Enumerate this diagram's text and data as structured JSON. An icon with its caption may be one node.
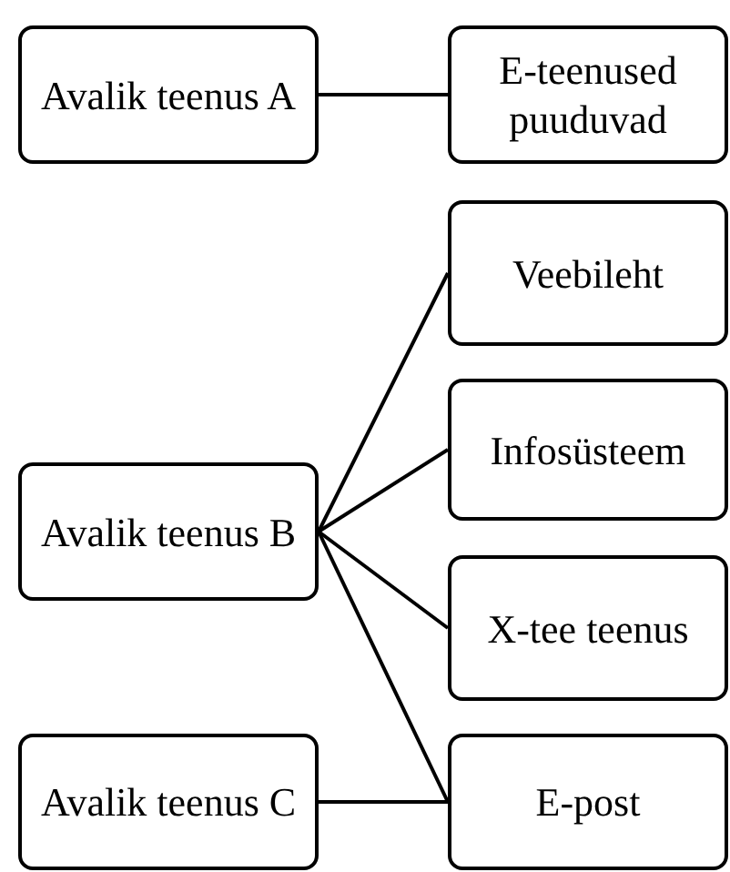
{
  "diagram": {
    "nodes": [
      {
        "text": [
          "Avalik teenus A"
        ]
      },
      {
        "text": [
          "E-teenused puuduvad"
        ]
      },
      {
        "text": [
          "Veebileht"
        ]
      },
      {
        "text": [
          "Infosüsteem"
        ]
      },
      {
        "text": [
          "X-tee teenus"
        ]
      },
      {
        "text": [
          "E-post"
        ]
      },
      {
        "text": [
          "Avalik teenus B"
        ]
      },
      {
        "text": [
          "Avalik teenus C"
        ]
      }
    ],
    "edges": [
      {
        "from": 0,
        "to": 1,
        "arrow": "none"
      },
      {
        "from": 6,
        "to": 2,
        "arrow": "none"
      },
      {
        "from": 6,
        "to": 3,
        "arrow": "none"
      },
      {
        "from": 6,
        "to": 4,
        "arrow": "none"
      },
      {
        "from": 6,
        "to": 5,
        "arrow": "none"
      },
      {
        "from": 7,
        "to": 5,
        "arrow": "none"
      }
    ]
  }
}
